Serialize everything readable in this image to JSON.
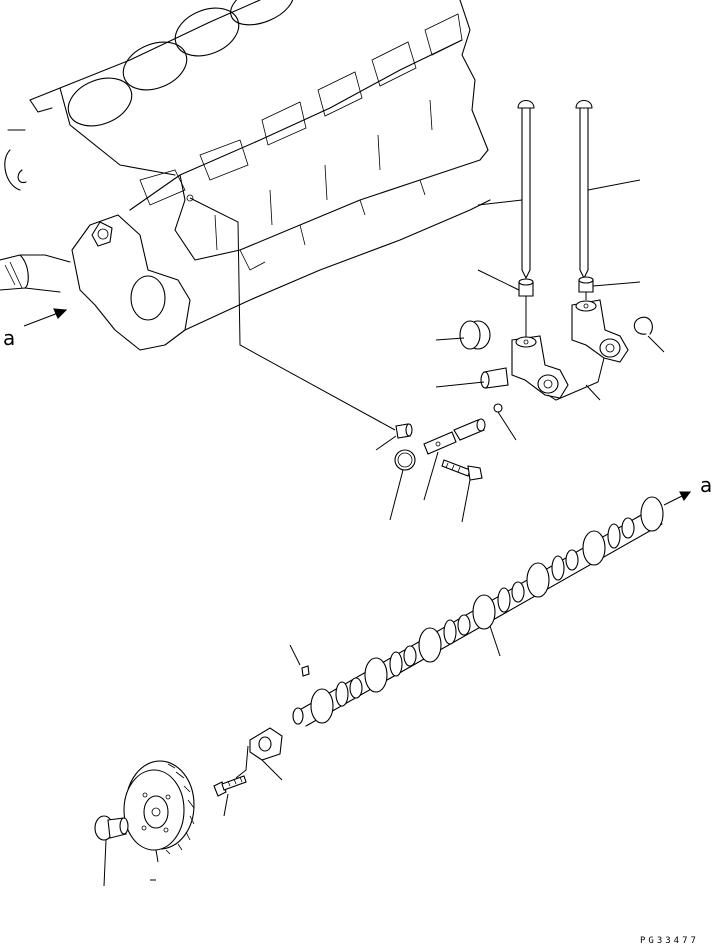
{
  "labels": {
    "view_a_left": "a",
    "view_a_right": "a"
  },
  "page_code": "PG33477"
}
